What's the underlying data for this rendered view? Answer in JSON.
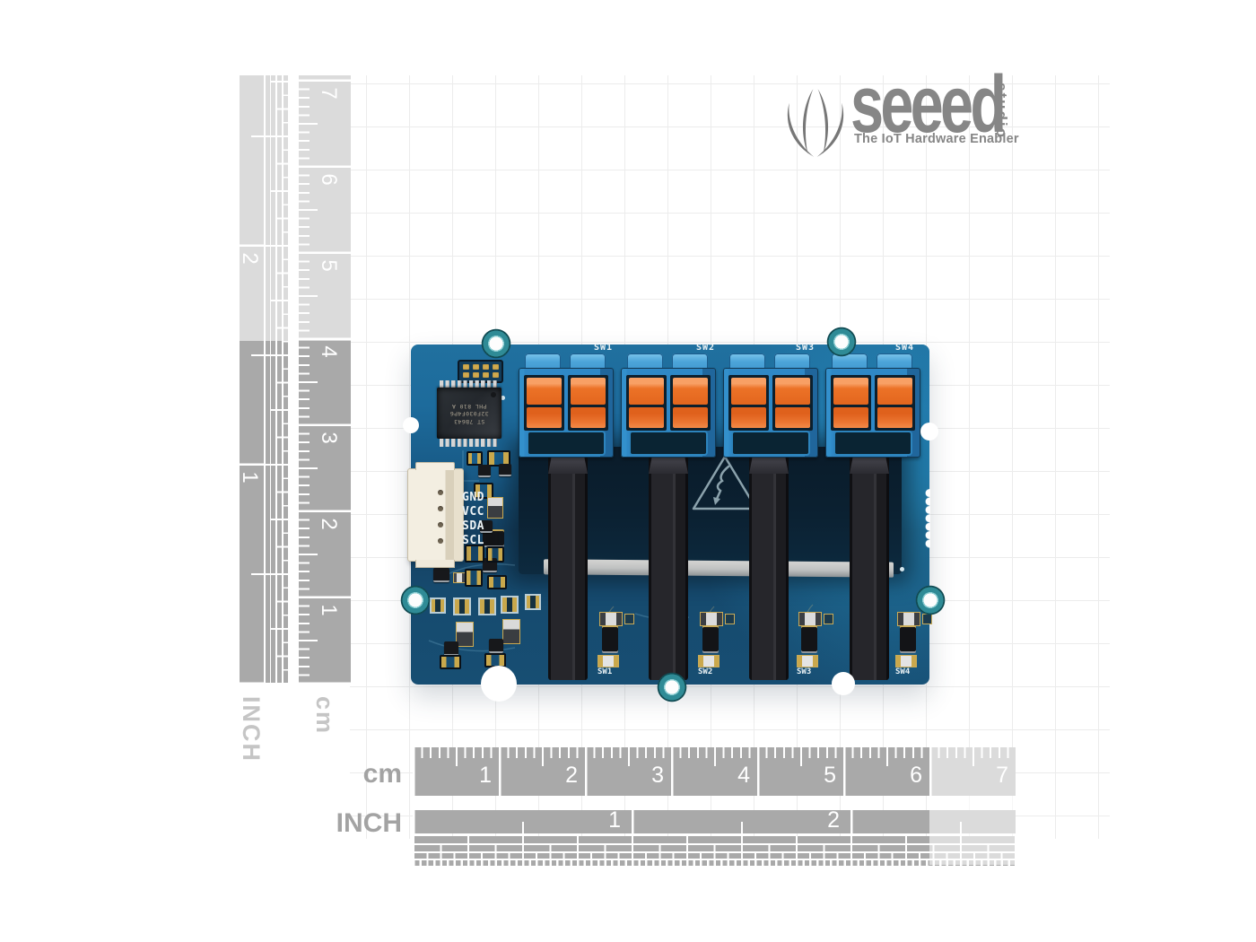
{
  "logo": {
    "wordmark": "seeed",
    "studio": "studio",
    "tagline": "The IoT Hardware Enabler"
  },
  "rulers": {
    "left_inch": {
      "label": "INCH",
      "numbers": [
        "1",
        "2"
      ]
    },
    "left_cm": {
      "label": "cm",
      "numbers": [
        "1",
        "2",
        "3",
        "4",
        "5",
        "6",
        "7"
      ]
    },
    "bottom_cm": {
      "label": "cm",
      "numbers": [
        "1",
        "2",
        "3",
        "4",
        "5",
        "6",
        "7"
      ]
    },
    "bottom_inch": {
      "label": "INCH",
      "numbers": [
        "1",
        "2"
      ]
    }
  },
  "board": {
    "sw_top_labels": [
      "SW1",
      "SW2",
      "SW3",
      "SW4"
    ],
    "sw_bottom_labels": [
      "SW1",
      "SW2",
      "SW3",
      "SW4"
    ],
    "grove_pins": [
      "GND",
      "VCC",
      "SDA",
      "SCL"
    ],
    "chip": {
      "lines": [
        "ST 7B643",
        "32F030F4P6",
        "PHL 810 A"
      ]
    }
  },
  "colors": {
    "pcb_blue": "#1d6b9c",
    "pcb_navy": "#0c2334",
    "terminal_blue": "#2f88c6",
    "terminal_cap": "#4da9dd",
    "lever_orange": "#ea7430",
    "bar_black": "#232327",
    "hole_teal": "#2f8b96",
    "silkscreen_white": "#eef4f6",
    "ruler_grey": "#a9a9a9",
    "ruler_light": "#d9d9d9",
    "grid_grey": "#ececec",
    "logo_grey": "#868686"
  }
}
